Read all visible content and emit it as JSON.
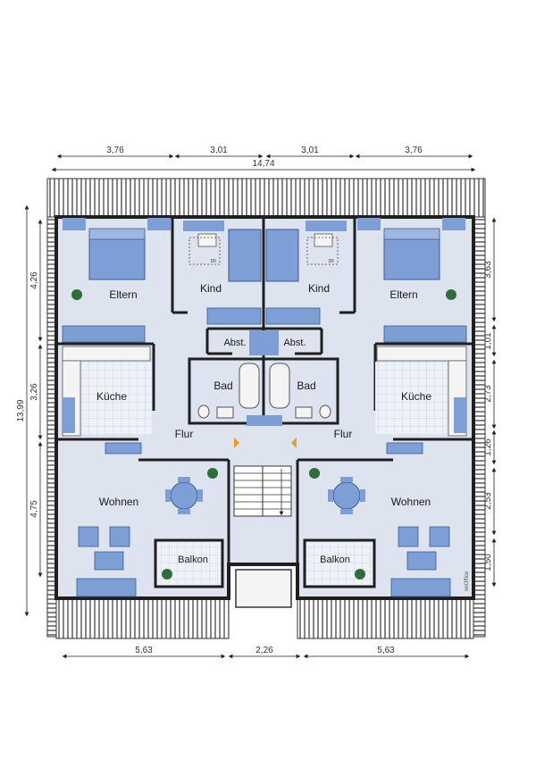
{
  "dimensions": {
    "top_segments": [
      "3,76",
      "3,01",
      "3,01",
      "3,76"
    ],
    "top_total": "14,74",
    "bottom_segments": [
      "5,63",
      "2,26",
      "5,63"
    ],
    "left_total": "13,99",
    "left_segments": [
      "4,26",
      "3,26",
      "4,75"
    ],
    "right_segments": [
      "3,63",
      "1,01",
      "2,73",
      "1,26",
      "2,53",
      "1,50"
    ]
  },
  "rooms": {
    "eltern_left": "Eltern",
    "kind_left": "Kind",
    "kind_right": "Kind",
    "eltern_right": "Eltern",
    "abst_left": "Abst.",
    "abst_right": "Abst.",
    "kueche_left": "Küche",
    "bad_left": "Bad",
    "bad_right": "Bad",
    "kueche_right": "Küche",
    "flur_left": "Flur",
    "flur_right": "Flur",
    "wohnen_left": "Wohnen",
    "wohnen_right": "Wohnen",
    "balkon_left": "Balkon",
    "balkon_right": "Balkon"
  },
  "window_labels": {
    "df_left": "DF",
    "df_right": "DF"
  },
  "brand": "onOffice",
  "colors": {
    "wall": "#2b2b2b",
    "floor": "#dde3ef",
    "furniture": "#7e9ed6",
    "roof_hatch": "#444444"
  }
}
